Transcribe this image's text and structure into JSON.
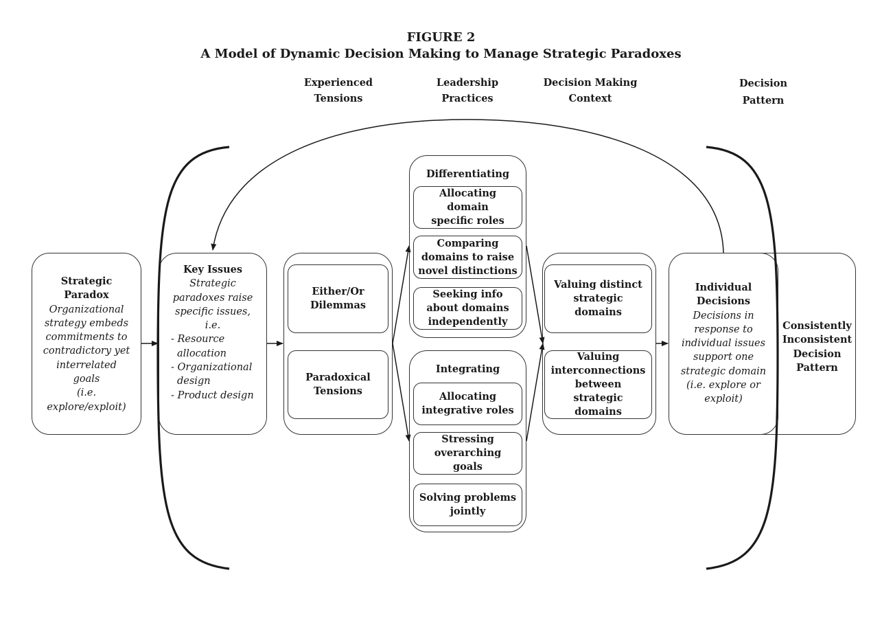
{
  "figure": {
    "number": "FIGURE 2",
    "title": "A Model of Dynamic Decision Making to Manage Strategic Paradoxes"
  },
  "columns": {
    "tensions": [
      "Experienced",
      "Tensions"
    ],
    "leadership": [
      "Leadership",
      "Practices"
    ],
    "context": [
      "Decision Making",
      "Context"
    ],
    "pattern": [
      "Decision",
      "Pattern"
    ]
  },
  "strategic_paradox": {
    "title": [
      "Strategic",
      "Paradox"
    ],
    "body": [
      "Organizational",
      "strategy embeds",
      "commitments to",
      "contradictory yet",
      "interrelated",
      "goals",
      "(i.e.",
      "explore/exploit)"
    ]
  },
  "key_issues": {
    "title": "Key Issues",
    "intro": [
      "Strategic",
      "paradoxes raise",
      "specific issues,",
      "i.e."
    ],
    "items": [
      [
        "- Resource",
        "allocation"
      ],
      [
        "- Organizational",
        "design"
      ],
      [
        "- Product design"
      ]
    ]
  },
  "tensions": {
    "either_or": [
      "Either/Or",
      "Dilemmas"
    ],
    "paradoxical": [
      "Paradoxical",
      "Tensions"
    ]
  },
  "differentiating": {
    "title": "Differentiating",
    "practices": [
      [
        "Allocating domain",
        "specific roles"
      ],
      [
        "Comparing",
        "domains to raise",
        "novel distinctions"
      ],
      [
        "Seeking info",
        "about domains",
        "independently"
      ]
    ]
  },
  "integrating": {
    "title": "Integrating",
    "practices": [
      [
        "Allocating",
        "integrative roles"
      ],
      [
        "Stressing",
        "overarching goals"
      ],
      [
        "Solving problems",
        "jointly"
      ]
    ]
  },
  "context": {
    "distinct": [
      "Valuing distinct",
      "strategic",
      "domains"
    ],
    "interconnections": [
      "Valuing",
      "interconnections",
      "between",
      "strategic",
      "domains"
    ]
  },
  "individual_decisions": {
    "title": [
      "Individual",
      "Decisions"
    ],
    "body": [
      "Decisions in",
      "response to",
      "individual issues",
      "support one",
      "strategic domain",
      "(i.e. explore or",
      "exploit)"
    ]
  },
  "decision_pattern": [
    "Consistently",
    "Inconsistent",
    "Decision",
    "Pattern"
  ]
}
